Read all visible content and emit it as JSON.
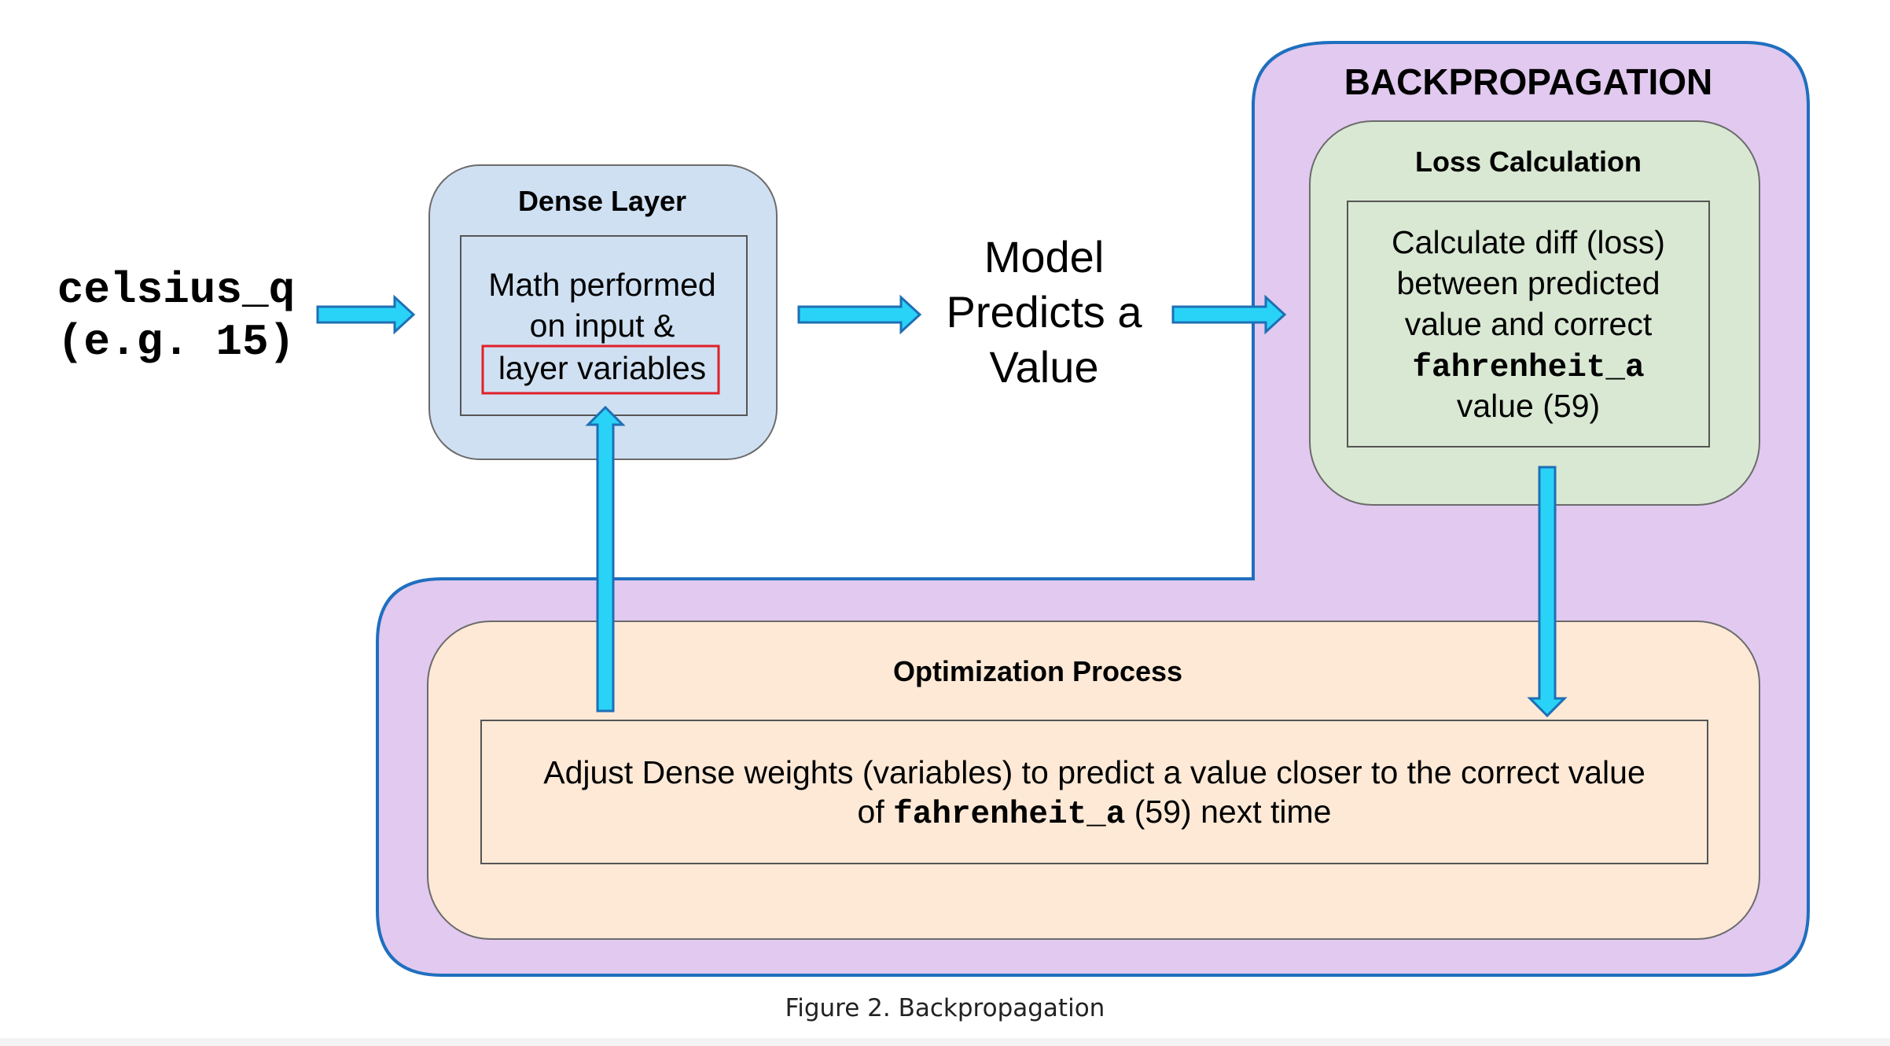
{
  "input": {
    "line1": "celsius_q",
    "line2": "(e.g. 15)"
  },
  "dense_layer": {
    "title": "Dense Layer",
    "line1": "Math performed",
    "line2": "on input &",
    "highlight": "layer variables"
  },
  "prediction": {
    "line1": "Model",
    "line2": "Predicts a",
    "line3": "Value"
  },
  "backprop": {
    "title": "BACKPROPAGATION",
    "loss": {
      "title": "Loss Calculation",
      "line1": "Calculate diff (loss)",
      "line2": "between predicted",
      "line3": "value and correct",
      "code": "fahrenheit_a",
      "line5": "value (59)"
    },
    "optimization": {
      "title": "Optimization Process",
      "line1": "Adjust Dense weights (variables) to predict a value closer to the correct value",
      "line2_pre": "of ",
      "line2_code": "fahrenheit_a",
      "line2_post": " (59) next time"
    }
  },
  "caption": "Figure 2. Backpropagation",
  "colors": {
    "backprop_fill": "#e1c9ef",
    "backprop_stroke": "#1f6fbf",
    "dense_fill": "#cfe0f2",
    "loss_fill": "#d9e8d3",
    "opt_fill": "#fde9d6",
    "arrow_fill": "#29d3f7",
    "arrow_stroke": "#1e6fb5",
    "highlight_stroke": "#e0202a"
  }
}
